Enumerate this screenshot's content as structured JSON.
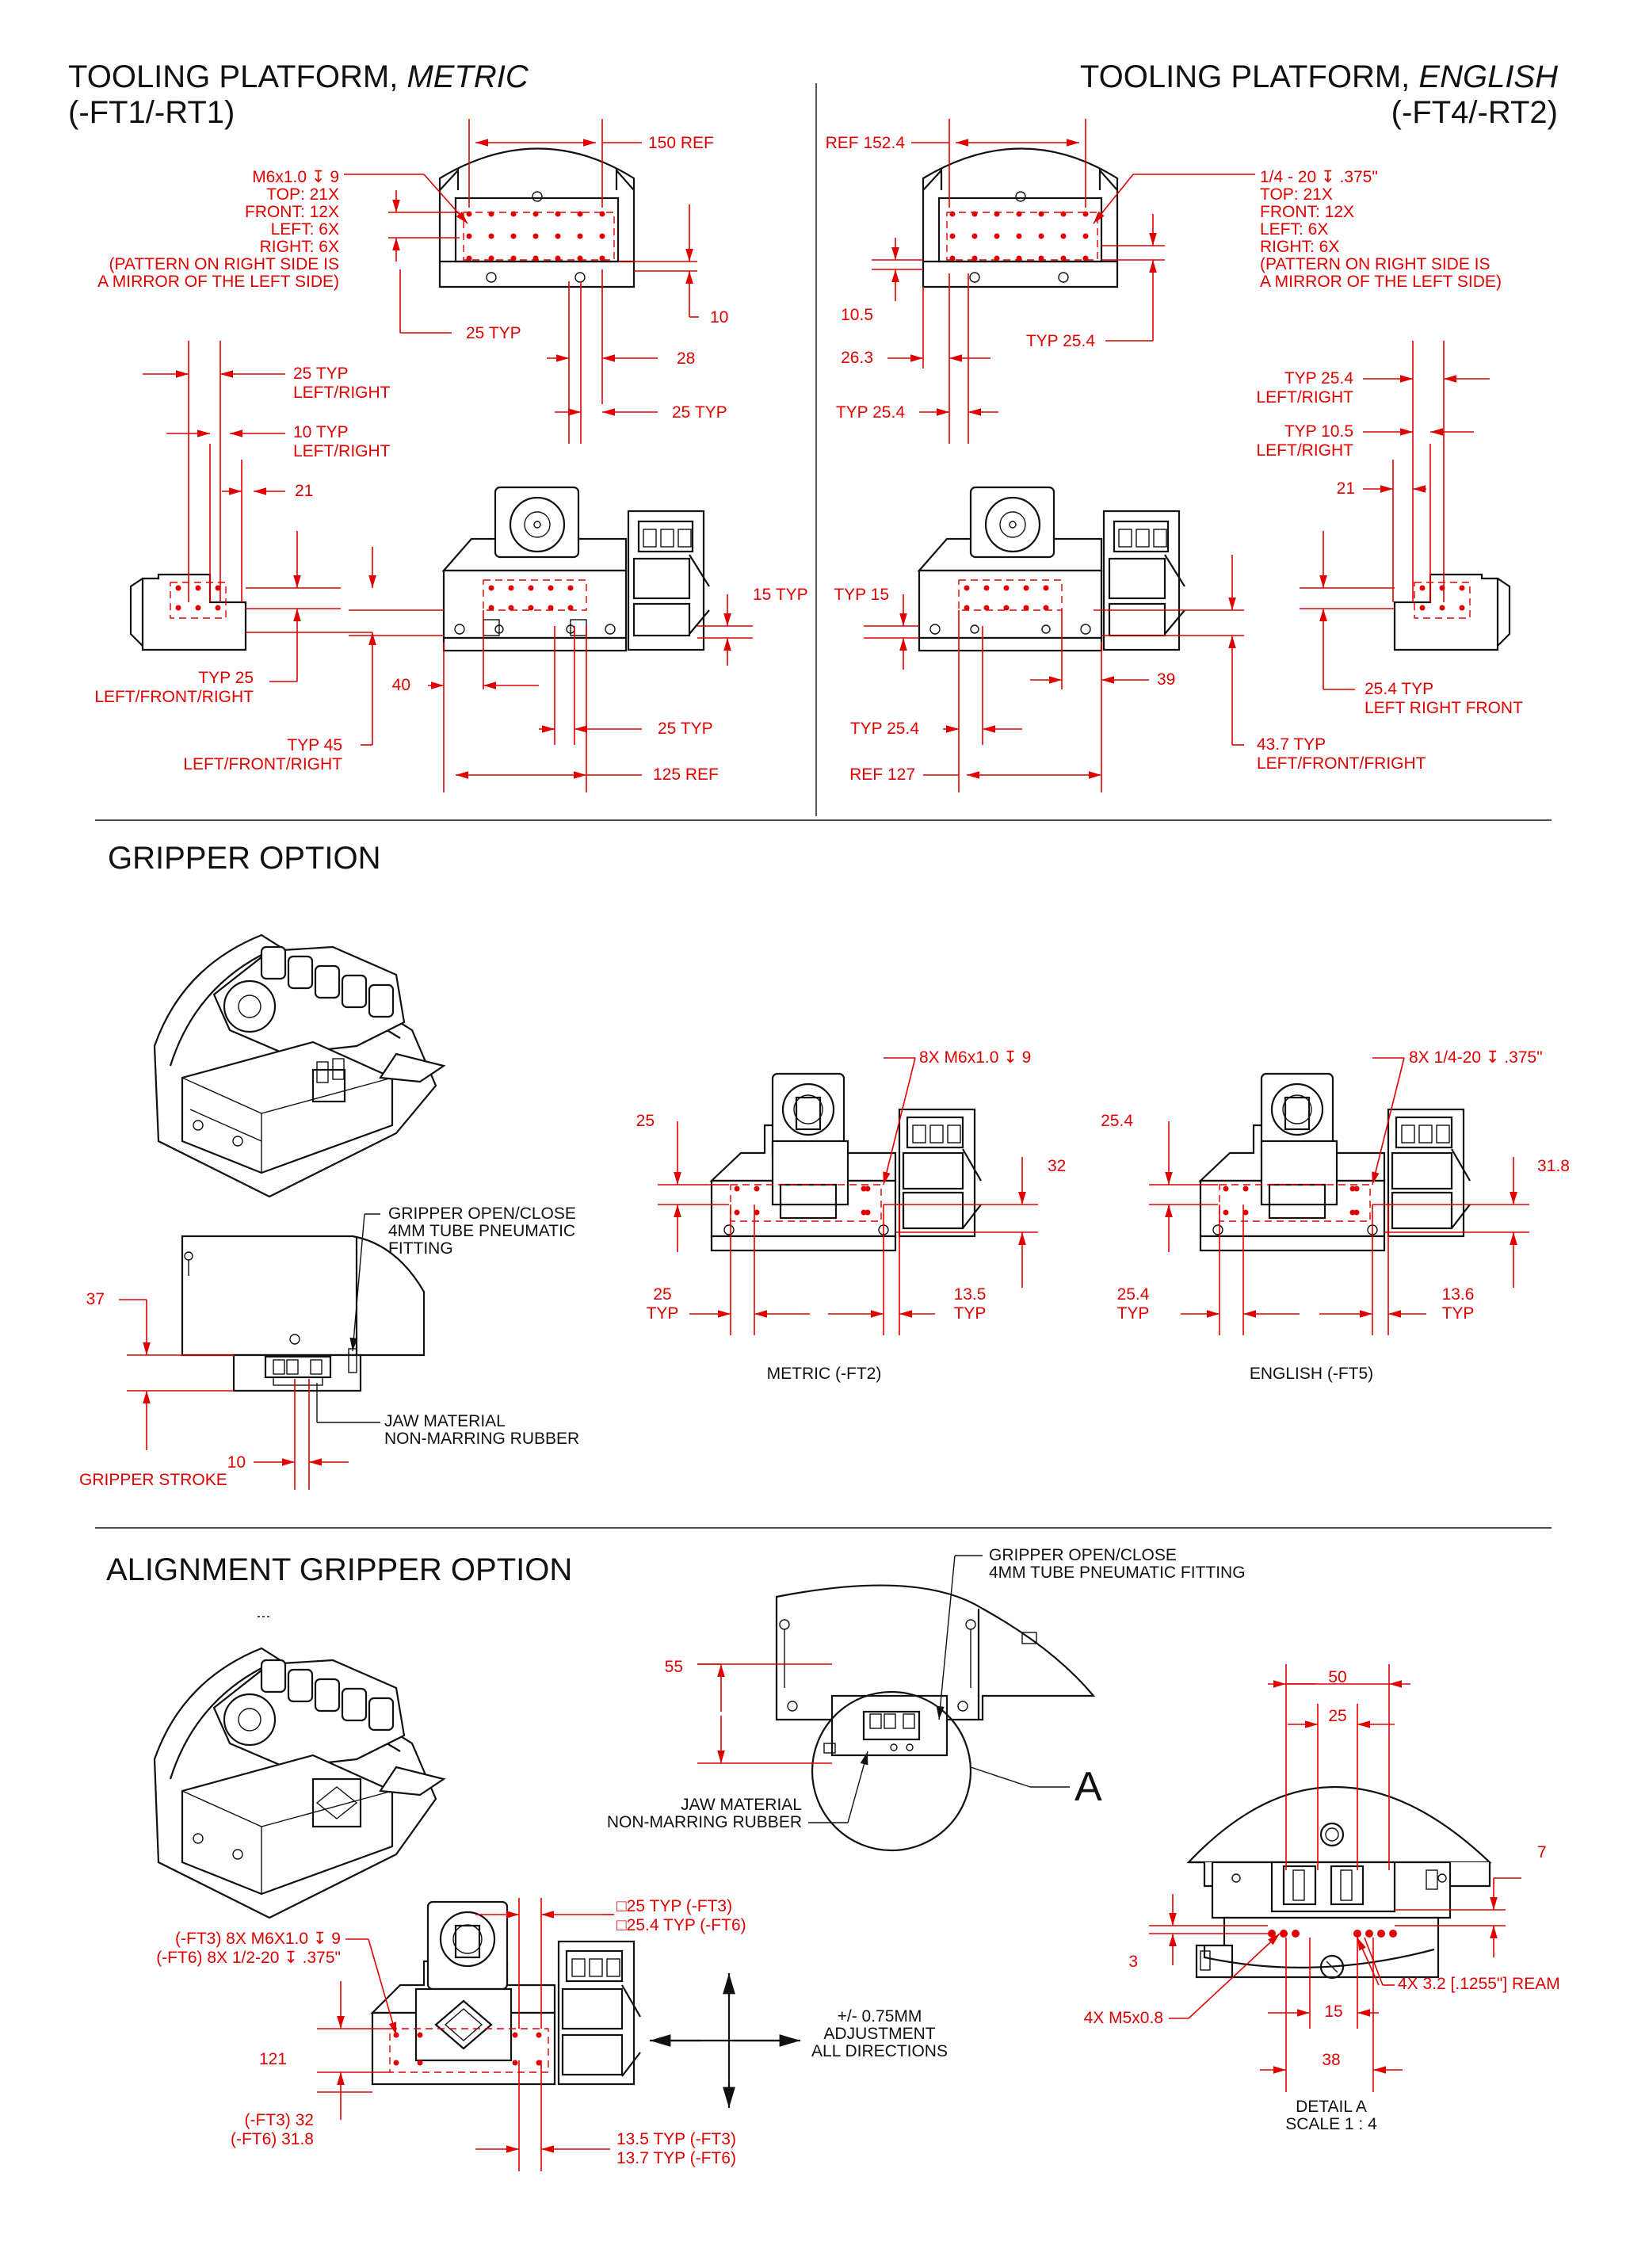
{
  "sections": {
    "metric": {
      "title": "TOOLING PLATFORM, ",
      "title_italic": "METRIC",
      "subtitle": "(-FT1/-RT1)"
    },
    "english": {
      "title": "TOOLING PLATFORM, ",
      "title_italic": "ENGLISH",
      "subtitle": "(-FT4/-RT2)"
    },
    "gripper": {
      "title": "GRIPPER OPTION"
    },
    "alignment": {
      "title": "ALIGNMENT GRIPPER OPTION"
    }
  },
  "metric_dims": {
    "ref150": "150 REF",
    "hole_spec": [
      "M6x1.0 ↧ 9",
      "TOP:  21X",
      "FRONT:  12X",
      "LEFT:  6X",
      "RIGHT:  6X",
      "(PATTERN ON RIGHT SIDE IS",
      "A MIRROR OF THE LEFT SIDE)"
    ],
    "d10": "10",
    "typ25a": "25 TYP",
    "d28": "28",
    "typ25b": "25 TYP",
    "lr25": [
      "25 TYP",
      "LEFT/RIGHT"
    ],
    "lr10": [
      "10 TYP",
      "LEFT/RIGHT"
    ],
    "d21": "21",
    "typ15": "15 TYP",
    "lfr25": [
      "TYP 25",
      "LEFT/FRONT/RIGHT"
    ],
    "d40": "40",
    "typ25c": "25 TYP",
    "lfr45": [
      "TYP 45",
      "LEFT/FRONT/RIGHT"
    ],
    "ref125": "125 REF"
  },
  "english_dims": {
    "ref152": "REF 152.4",
    "hole_spec": [
      "1/4 - 20 ↧ .375\"",
      "TOP:  21X",
      "FRONT:  12X",
      "LEFT:  6X",
      "RIGHT:  6X",
      "(PATTERN ON RIGHT SIDE IS",
      "A MIRROR OF THE LEFT SIDE)"
    ],
    "d105": "10.5",
    "typ254a": "TYP 25.4",
    "d263": "26.3",
    "typ254b": "TYP 25.4",
    "lr254": [
      "TYP 25.4",
      "LEFT/RIGHT"
    ],
    "lr105": [
      "TYP 10.5",
      "LEFT/RIGHT"
    ],
    "d21": "21",
    "typ15": "TYP 15",
    "d39": "39",
    "typ254c": "TYP 25.4",
    "ref127": "REF 127",
    "lrf254": [
      "25.4 TYP",
      "LEFT RIGHT FRONT"
    ],
    "lff437": [
      "43.7 TYP",
      "LEFT/FRONT/FRIGHT"
    ]
  },
  "gripper_dims": {
    "fitting": [
      "GRIPPER OPEN/CLOSE",
      "4MM TUBE PNEUMATIC",
      "FITTING"
    ],
    "jaw": [
      "JAW MATERIAL",
      "NON-MARRING RUBBER"
    ],
    "d37": "37",
    "d10": "10",
    "stroke": "GRIPPER STROKE",
    "m_spec": "8X M6x1.0 ↧ 9",
    "m25": "25",
    "m32": "32",
    "m25typ": [
      "25",
      "TYP"
    ],
    "m135": [
      "13.5",
      "TYP"
    ],
    "m_caption": "METRIC (-FT2)",
    "e_spec": "8X 1/4-20 ↧ .375\"",
    "e254": "25.4",
    "e318": "31.8",
    "e254typ": [
      "25.4",
      "TYP"
    ],
    "e136": [
      "13.6",
      "TYP"
    ],
    "e_caption": "ENGLISH (-FT5)"
  },
  "alignment_dims": {
    "fitting": [
      "GRIPPER OPEN/CLOSE",
      "4MM TUBE PNEUMATIC FITTING"
    ],
    "jaw": [
      "JAW MATERIAL",
      "NON-MARRING RUBBER"
    ],
    "d55": "55",
    "detail_letter": "A",
    "sq": [
      "□25 TYP (-FT3)",
      "□25.4 TYP (-FT6)"
    ],
    "holes": [
      "(-FT3) 8X M6X1.0 ↧ 9",
      "(-FT6) 8X 1/2-20 ↧ .375\""
    ],
    "adj": [
      "+/- 0.75MM",
      "ADJUSTMENT",
      "ALL DIRECTIONS"
    ],
    "d121": "121",
    "d32": [
      "(-FT3) 32",
      "(-FT6) 31.8"
    ],
    "d135": [
      "13.5 TYP (-FT3)",
      "13.7 TYP (-FT6)"
    ],
    "d50": "50",
    "d25": "25",
    "d7": "7",
    "d3": "3",
    "ream": "4X 3.2 [.1255\"] REAM",
    "m5": "4X M5x0.8",
    "d15": "15",
    "d38": "38",
    "detail_caption": [
      "DETAIL A",
      "SCALE 1 : 4"
    ]
  },
  "colors": {
    "dimension": "#e00000",
    "line": "#111111",
    "background": "#ffffff"
  }
}
